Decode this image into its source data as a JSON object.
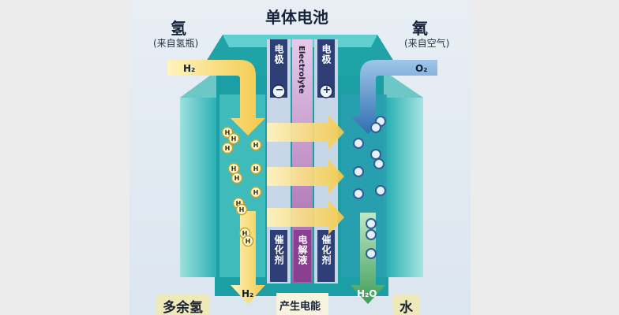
{
  "diagram": {
    "title": "单体电池",
    "hydrogen": {
      "label": "氢",
      "source": "(来自氢瓶)",
      "inlet": "H₂"
    },
    "oxygen": {
      "label": "氧",
      "source": "(来自空气)",
      "inlet": "O₂"
    },
    "electrode_left": "电极",
    "electrode_right": "电极",
    "electrolyte_top": "Electrolyte",
    "catalyst_left": "催化剂",
    "electrolyte_bottom": "电解液",
    "catalyst_right": "催化剂",
    "anode_sign": "−",
    "cathode_sign": "+",
    "excess_h2_label": "多余氢",
    "h2_out": "H₂",
    "power_label": "产生电能",
    "water_out": "H₂O",
    "water_label": "水",
    "atom_h": "H",
    "colors": {
      "hydrogen_flow": "#f2cf52",
      "oxygen_flow": "#4f8fc9",
      "water_flow": "#4faa6e",
      "electrolyte": "#b47ab8",
      "plate": "#33b5b8"
    }
  }
}
